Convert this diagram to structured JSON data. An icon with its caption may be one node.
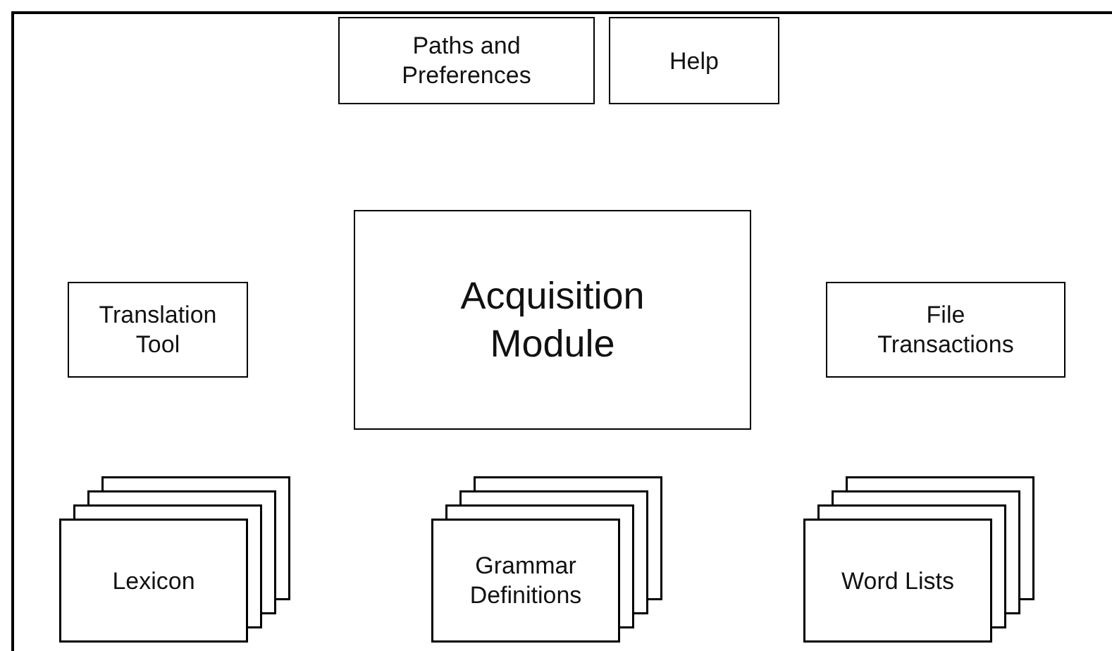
{
  "diagram": {
    "nodes": [
      {
        "text": [
          "Paths and Preferences"
        ]
      },
      {
        "text": [
          "Help"
        ]
      },
      {
        "text": [
          "Acquisition Module"
        ]
      },
      {
        "text": [
          "Translation Tool"
        ]
      },
      {
        "text": [
          "File Transactions"
        ]
      },
      {
        "text": [
          "Lexicon"
        ]
      },
      {
        "text": [
          "Grammar Definitions"
        ]
      },
      {
        "text": [
          "Word Lists"
        ]
      }
    ],
    "edges": []
  }
}
